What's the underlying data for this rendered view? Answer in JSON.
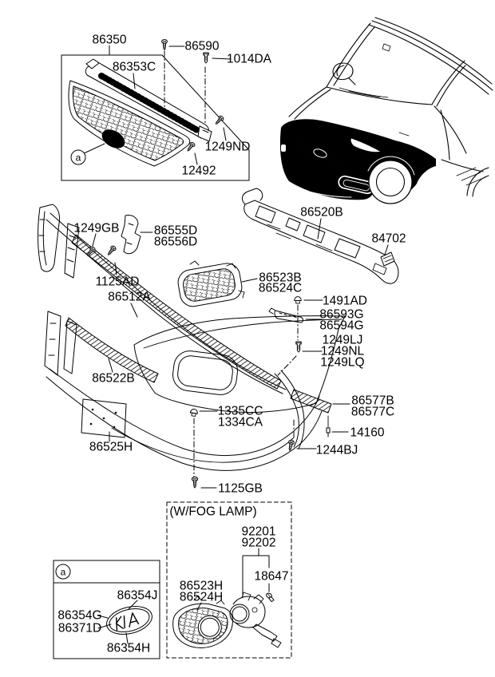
{
  "diagram": {
    "kind": "exploded-parts-diagram",
    "subject": "front bumper and radiator grille assembly",
    "colors": {
      "line": "#000000",
      "background": "#ffffff"
    }
  },
  "detail_marker": "a",
  "grille_box": {
    "parts": {
      "assembly": "86350",
      "cover": "86353C",
      "screw_a": "86590",
      "bolt": "1014DA",
      "screw_b": "1249ND",
      "screw_c": "12492"
    }
  },
  "bumper": {
    "parts": {
      "screw_1249gb": "1249GB",
      "bracket_86555d": "86555D",
      "bracket_86556d": "86556D",
      "absorber_86520b": "86520B",
      "retainer_84702": "84702",
      "screw_1125ad": "1125AD",
      "rail_86512a": "86512A",
      "fog_cover_86523b": "86523B",
      "fog_cover_86524c": "86524C",
      "clip_1491ad": "1491AD",
      "bracket_86593g": "86593G",
      "bracket_86594g": "86594G",
      "bolt_1249lj": "1249LJ",
      "bolt_1249nl": "1249NL",
      "bolt_1249lq": "1249LQ",
      "rail_86522b": "86522B",
      "clip_1335cc": "1335CC",
      "clip_1334ca": "1334CA",
      "lower_86525h": "86525H",
      "strip_86577b": "86577B",
      "strip_86577c": "86577C",
      "pin_14160": "14160",
      "screw_1244bj": "1244BJ",
      "screw_1125gb": "1125GB"
    }
  },
  "emblem_box": {
    "parts": {
      "ornament_86354j": "86354J",
      "ornament_86354g": "86354G",
      "ornament_86371d": "86371D",
      "ornament_86354h": "86354H"
    }
  },
  "fog_box": {
    "title": "(W/FOG LAMP)",
    "parts": {
      "lamp_92201": "92201",
      "lamp_92202": "92202",
      "bulb_18647": "18647",
      "cover_86523h": "86523H",
      "cover_86524h": "86524H"
    }
  }
}
